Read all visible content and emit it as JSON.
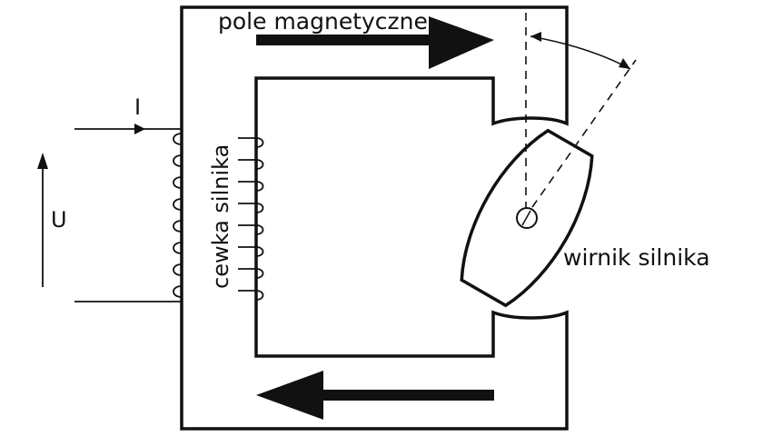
{
  "labels": {
    "magnetic_field": "pole magnetyczne",
    "current": "I",
    "voltage": "U",
    "coil": "cewka silnika",
    "rotor": "wirnik silnika"
  },
  "colors": {
    "ink": "#111111",
    "background": "#ffffff"
  }
}
